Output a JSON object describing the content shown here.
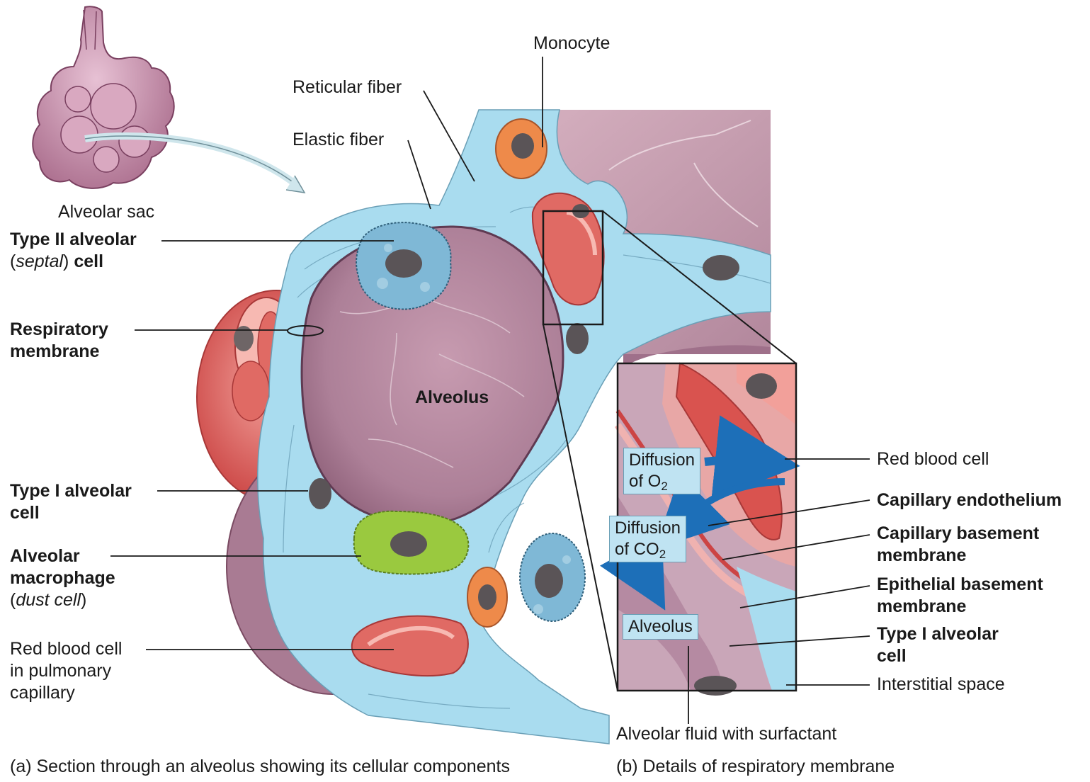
{
  "labels": {
    "monocyte": "Monocyte",
    "reticular_fiber": "Reticular fiber",
    "elastic_fiber": "Elastic fiber",
    "alveolar_sac": "Alveolar sac",
    "type2_l1": "Type II alveolar",
    "type2_l2_italic": "septal",
    "type2_l2_paren_open": "(",
    "type2_l2_paren_close": ")",
    "type2_l2_end": "cell",
    "resp_l1": "Respiratory",
    "resp_l2": "membrane",
    "alveolus_center": "Alveolus",
    "type1_l1": "Type I alveolar",
    "type1_l2": "cell",
    "macro_l1": "Alveolar",
    "macro_l2": "macrophage",
    "macro_l3_open": "(",
    "macro_l3_italic": "dust cell",
    "macro_l3_close": ")",
    "rbc_l1": "Red blood cell",
    "rbc_l2": "in pulmonary",
    "rbc_l3": "capillary"
  },
  "detail": {
    "diffusion_o2_l1": "Diffusion",
    "diffusion_o2_l2": "of O",
    "diffusion_o2_sub": "2",
    "diffusion_co2_l1": "Diffusion",
    "diffusion_co2_l2": "of CO",
    "diffusion_co2_sub": "2",
    "alveolus_box": "Alveolus",
    "red_blood_cell": "Red blood cell",
    "cap_endo": "Capillary endothelium",
    "cap_base_l1": "Capillary basement",
    "cap_base_l2": "membrane",
    "epi_base_l1": "Epithelial basement",
    "epi_base_l2": "membrane",
    "type1_l1": "Type I alveolar",
    "type1_l2": "cell",
    "interstitial": "Interstitial space",
    "fluid": "Alveolar fluid with surfactant"
  },
  "captions": {
    "a": "(a) Section through an alveolus showing its cellular components",
    "b": "(b) Details of respiratory membrane"
  },
  "colors": {
    "tissue_blue": "#a9dcef",
    "alveolus_purple": "#a77890",
    "rbc_red": "#d9534f",
    "monocyte_orange": "#ee8a4a",
    "macrophage_green": "#9ac93f",
    "type2_blue": "#7fb8d6",
    "arrow_blue": "#1d6fb8"
  }
}
